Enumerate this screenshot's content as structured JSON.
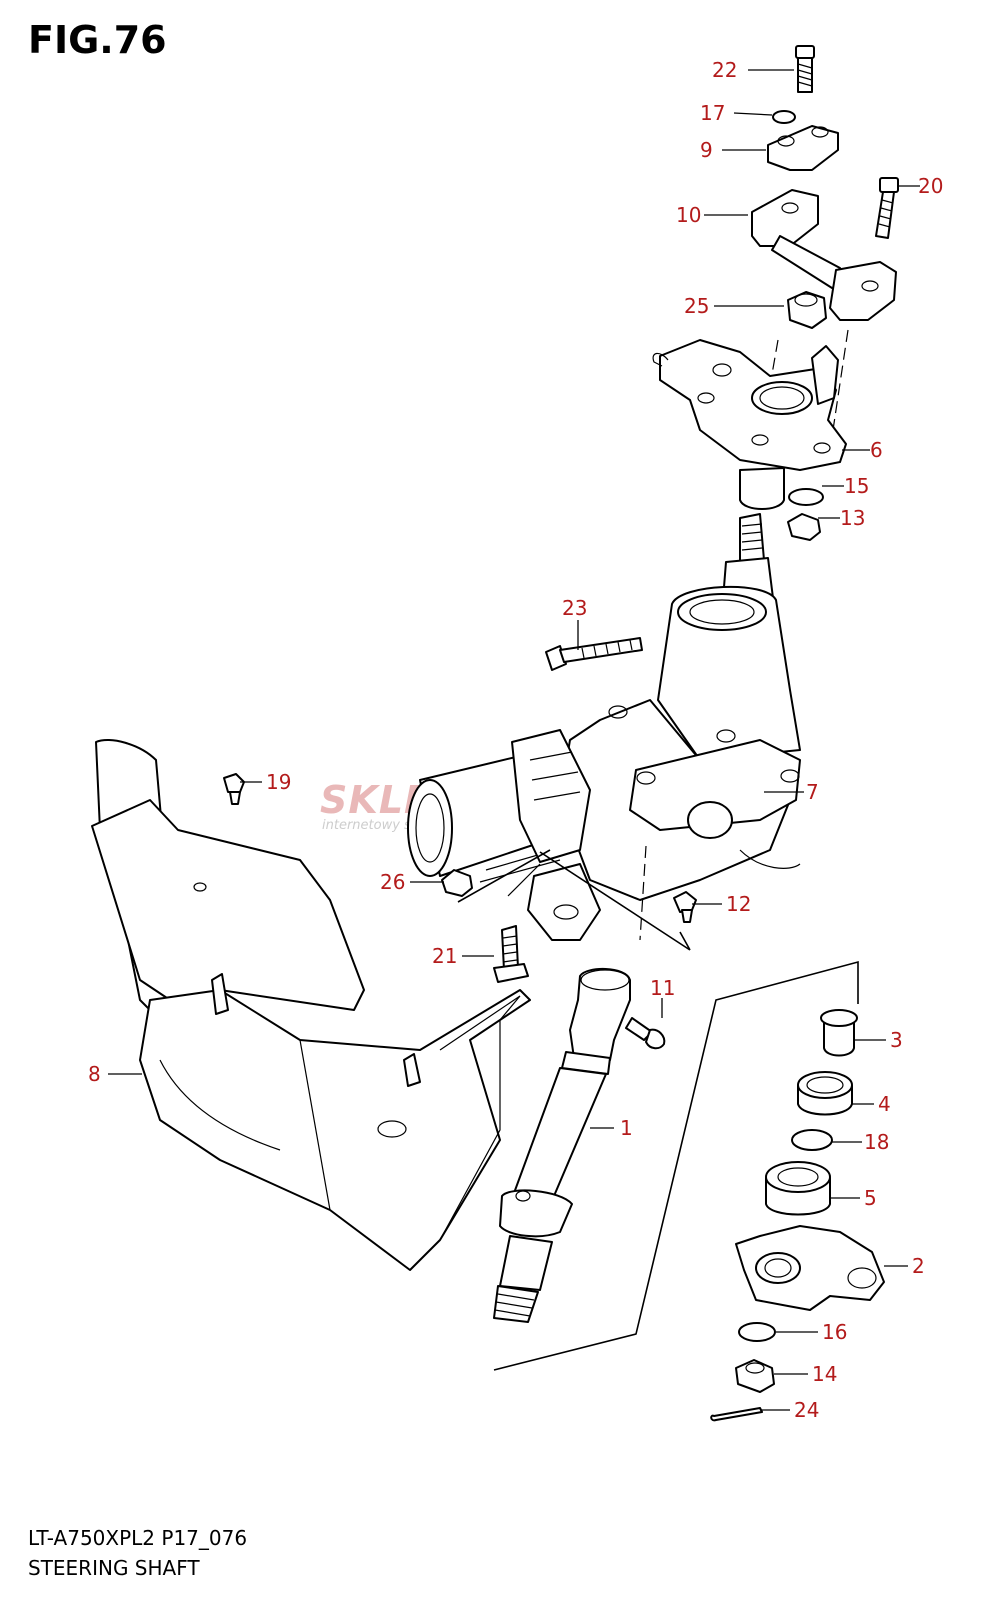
{
  "figure_title": "FIG.76",
  "model_code": "LT-A750XPL2 P17_076",
  "section_title": "STEERING SHAFT",
  "watermark": {
    "brand": "SKLEPMOTO43.PL",
    "tagline": "internetowy sklep motocyklowy"
  },
  "callouts": [
    {
      "id": "c1",
      "text": "1"
    },
    {
      "id": "c2",
      "text": "2"
    },
    {
      "id": "c3",
      "text": "3"
    },
    {
      "id": "c4",
      "text": "4"
    },
    {
      "id": "c5",
      "text": "5"
    },
    {
      "id": "c6",
      "text": "6"
    },
    {
      "id": "c7",
      "text": "7"
    },
    {
      "id": "c8",
      "text": "8"
    },
    {
      "id": "c9",
      "text": "9"
    },
    {
      "id": "c10",
      "text": "10"
    },
    {
      "id": "c11",
      "text": "11"
    },
    {
      "id": "c12",
      "text": "12"
    },
    {
      "id": "c13",
      "text": "13"
    },
    {
      "id": "c14",
      "text": "14"
    },
    {
      "id": "c15",
      "text": "15"
    },
    {
      "id": "c16",
      "text": "16"
    },
    {
      "id": "c17",
      "text": "17"
    },
    {
      "id": "c18",
      "text": "18"
    },
    {
      "id": "c19",
      "text": "19"
    },
    {
      "id": "c20",
      "text": "20"
    },
    {
      "id": "c21",
      "text": "21"
    },
    {
      "id": "c22",
      "text": "22"
    },
    {
      "id": "c23",
      "text": "23"
    },
    {
      "id": "c24",
      "text": "24"
    },
    {
      "id": "c25",
      "text": "25"
    },
    {
      "id": "c26",
      "text": "26"
    }
  ],
  "colors": {
    "callout": "#b31b1b",
    "line": "#000000",
    "watermark": "#e9b8b8"
  }
}
